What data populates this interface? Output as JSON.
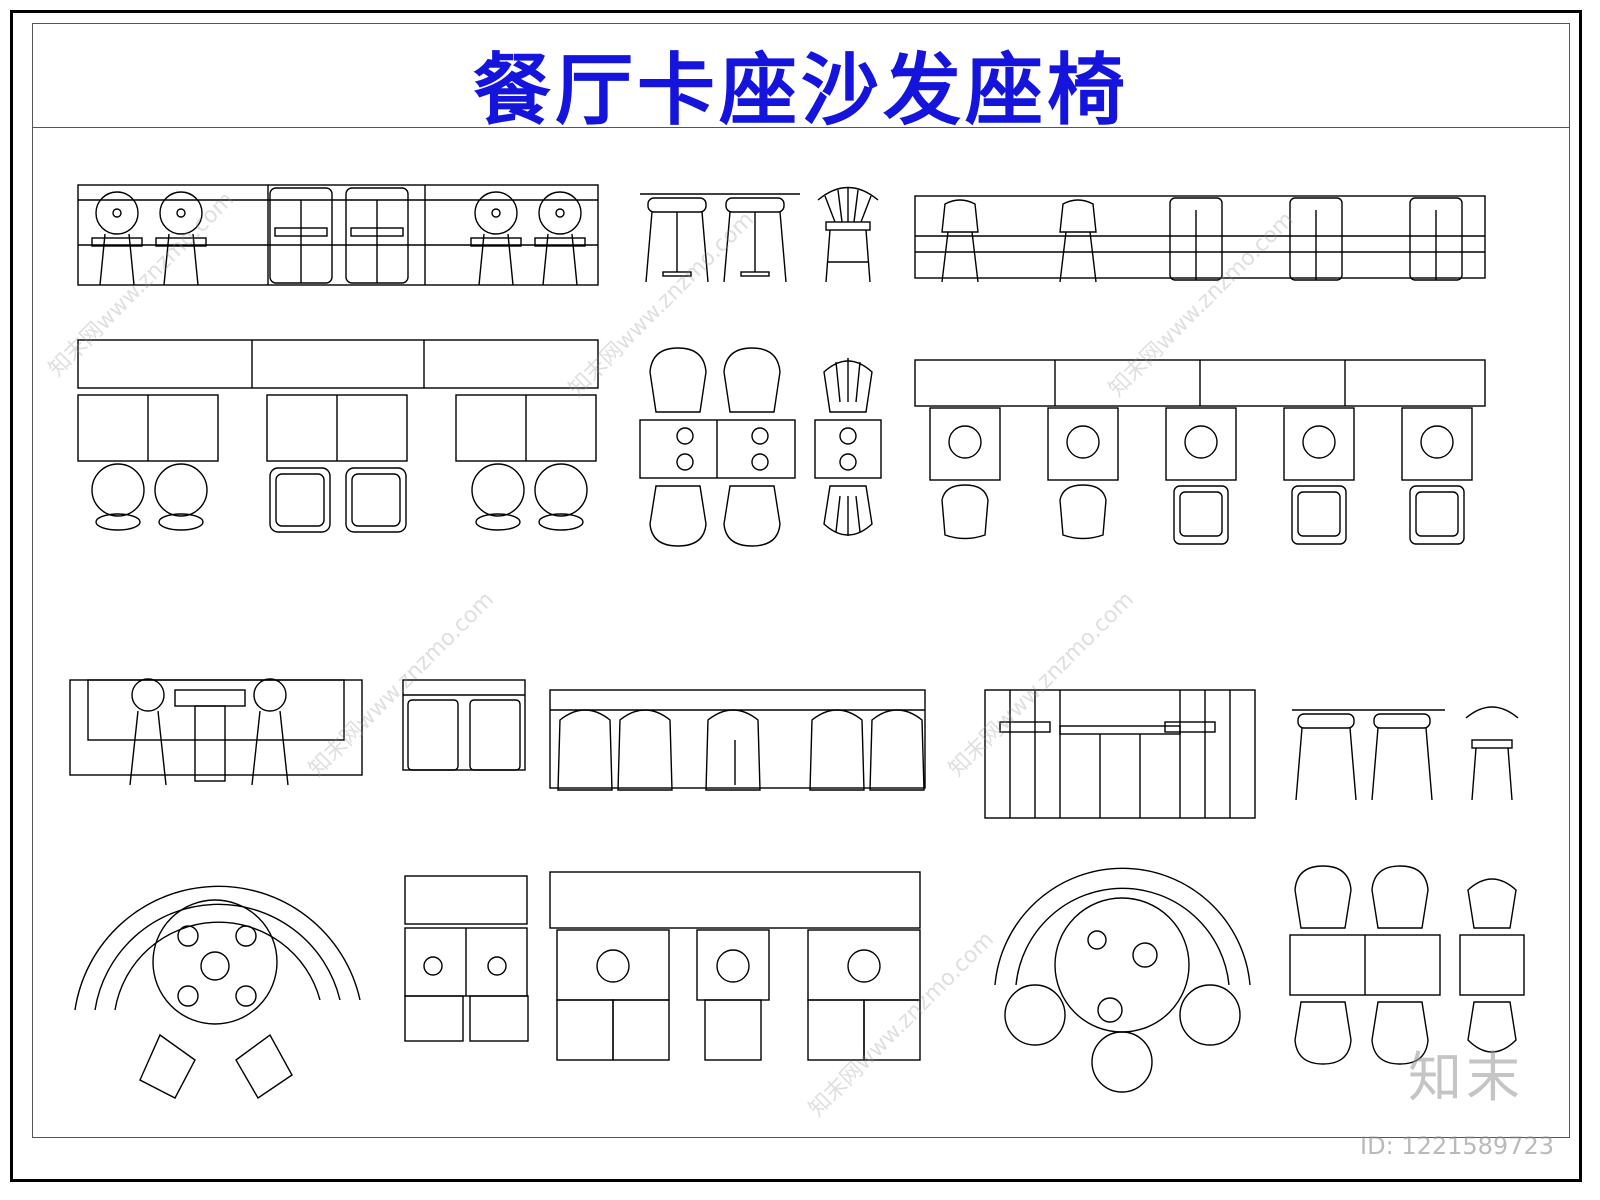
{
  "title": "餐厅卡座沙发座椅",
  "watermark": {
    "site": "知末网www.znzmo.com",
    "logo": "知末",
    "id_text": "ID: 1221589723"
  },
  "colors": {
    "title": "#1414dc",
    "line": "#000000",
    "frame": "#000000",
    "watermark": "#969696"
  }
}
